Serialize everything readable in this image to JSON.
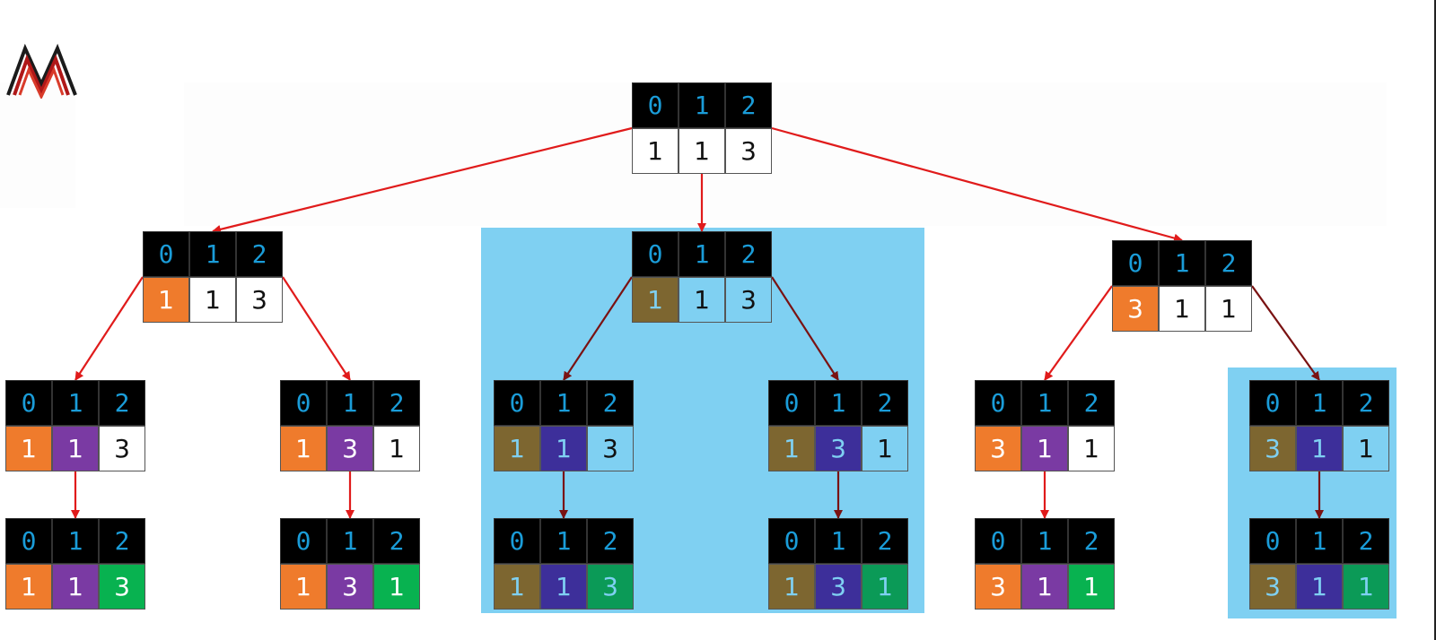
{
  "colors": {
    "index_bg": "#000000",
    "index_text": "#1a9cd8",
    "edge_red": "#e01b1b",
    "edge_dark": "#7a1212",
    "highlight": "#7fd0f2",
    "orange": "#ef7b2c",
    "purple": "#7a3aa3",
    "green": "#08b250",
    "white": "#ffffff",
    "olive": "#7d6630",
    "indigo": "#3d2f9a",
    "teal_green": "#0b9a57",
    "light_blue": "#7fd0f2",
    "cyan_text": "#7fd0f2",
    "black_text": "#111111",
    "white_text": "#ffffff"
  },
  "logo": {
    "icon": "stylized-m-logo"
  },
  "nodes": [
    {
      "id": "root",
      "indices": [
        "0",
        "1",
        "2"
      ],
      "values": [
        {
          "v": "1",
          "bg": "white",
          "fg": "black_text"
        },
        {
          "v": "1",
          "bg": "white",
          "fg": "black_text"
        },
        {
          "v": "3",
          "bg": "white",
          "fg": "black_text"
        }
      ]
    },
    {
      "id": "l1-left",
      "indices": [
        "0",
        "1",
        "2"
      ],
      "values": [
        {
          "v": "1",
          "bg": "orange",
          "fg": "white_text"
        },
        {
          "v": "1",
          "bg": "white",
          "fg": "black_text"
        },
        {
          "v": "3",
          "bg": "white",
          "fg": "black_text"
        }
      ]
    },
    {
      "id": "l1-mid",
      "indices": [
        "0",
        "1",
        "2"
      ],
      "values": [
        {
          "v": "1",
          "bg": "olive",
          "fg": "cyan_text"
        },
        {
          "v": "1",
          "bg": "light_blue",
          "fg": "black_text"
        },
        {
          "v": "3",
          "bg": "light_blue",
          "fg": "black_text"
        }
      ]
    },
    {
      "id": "l1-right",
      "indices": [
        "0",
        "1",
        "2"
      ],
      "values": [
        {
          "v": "3",
          "bg": "orange",
          "fg": "white_text"
        },
        {
          "v": "1",
          "bg": "white",
          "fg": "black_text"
        },
        {
          "v": "1",
          "bg": "white",
          "fg": "black_text"
        }
      ]
    },
    {
      "id": "l2-a",
      "indices": [
        "0",
        "1",
        "2"
      ],
      "values": [
        {
          "v": "1",
          "bg": "orange",
          "fg": "white_text"
        },
        {
          "v": "1",
          "bg": "purple",
          "fg": "white_text"
        },
        {
          "v": "3",
          "bg": "white",
          "fg": "black_text"
        }
      ]
    },
    {
      "id": "l2-b",
      "indices": [
        "0",
        "1",
        "2"
      ],
      "values": [
        {
          "v": "1",
          "bg": "orange",
          "fg": "white_text"
        },
        {
          "v": "3",
          "bg": "purple",
          "fg": "white_text"
        },
        {
          "v": "1",
          "bg": "white",
          "fg": "black_text"
        }
      ]
    },
    {
      "id": "l2-c",
      "indices": [
        "0",
        "1",
        "2"
      ],
      "values": [
        {
          "v": "1",
          "bg": "olive",
          "fg": "cyan_text"
        },
        {
          "v": "1",
          "bg": "indigo",
          "fg": "cyan_text"
        },
        {
          "v": "3",
          "bg": "light_blue",
          "fg": "black_text"
        }
      ]
    },
    {
      "id": "l2-d",
      "indices": [
        "0",
        "1",
        "2"
      ],
      "values": [
        {
          "v": "1",
          "bg": "olive",
          "fg": "cyan_text"
        },
        {
          "v": "3",
          "bg": "indigo",
          "fg": "cyan_text"
        },
        {
          "v": "1",
          "bg": "light_blue",
          "fg": "black_text"
        }
      ]
    },
    {
      "id": "l2-e",
      "indices": [
        "0",
        "1",
        "2"
      ],
      "values": [
        {
          "v": "3",
          "bg": "orange",
          "fg": "white_text"
        },
        {
          "v": "1",
          "bg": "purple",
          "fg": "white_text"
        },
        {
          "v": "1",
          "bg": "white",
          "fg": "black_text"
        }
      ]
    },
    {
      "id": "l2-f",
      "indices": [
        "0",
        "1",
        "2"
      ],
      "values": [
        {
          "v": "3",
          "bg": "olive",
          "fg": "cyan_text"
        },
        {
          "v": "1",
          "bg": "indigo",
          "fg": "cyan_text"
        },
        {
          "v": "1",
          "bg": "light_blue",
          "fg": "black_text"
        }
      ]
    },
    {
      "id": "l3-a",
      "indices": [
        "0",
        "1",
        "2"
      ],
      "values": [
        {
          "v": "1",
          "bg": "orange",
          "fg": "white_text"
        },
        {
          "v": "1",
          "bg": "purple",
          "fg": "white_text"
        },
        {
          "v": "3",
          "bg": "green",
          "fg": "white_text"
        }
      ]
    },
    {
      "id": "l3-b",
      "indices": [
        "0",
        "1",
        "2"
      ],
      "values": [
        {
          "v": "1",
          "bg": "orange",
          "fg": "white_text"
        },
        {
          "v": "3",
          "bg": "purple",
          "fg": "white_text"
        },
        {
          "v": "1",
          "bg": "green",
          "fg": "white_text"
        }
      ]
    },
    {
      "id": "l3-c",
      "indices": [
        "0",
        "1",
        "2"
      ],
      "values": [
        {
          "v": "1",
          "bg": "olive",
          "fg": "cyan_text"
        },
        {
          "v": "1",
          "bg": "indigo",
          "fg": "cyan_text"
        },
        {
          "v": "3",
          "bg": "teal_green",
          "fg": "cyan_text"
        }
      ]
    },
    {
      "id": "l3-d",
      "indices": [
        "0",
        "1",
        "2"
      ],
      "values": [
        {
          "v": "1",
          "bg": "olive",
          "fg": "cyan_text"
        },
        {
          "v": "3",
          "bg": "indigo",
          "fg": "cyan_text"
        },
        {
          "v": "1",
          "bg": "teal_green",
          "fg": "cyan_text"
        }
      ]
    },
    {
      "id": "l3-e",
      "indices": [
        "0",
        "1",
        "2"
      ],
      "values": [
        {
          "v": "3",
          "bg": "orange",
          "fg": "white_text"
        },
        {
          "v": "1",
          "bg": "purple",
          "fg": "white_text"
        },
        {
          "v": "1",
          "bg": "green",
          "fg": "white_text"
        }
      ]
    },
    {
      "id": "l3-f",
      "indices": [
        "0",
        "1",
        "2"
      ],
      "values": [
        {
          "v": "3",
          "bg": "olive",
          "fg": "cyan_text"
        },
        {
          "v": "1",
          "bg": "indigo",
          "fg": "cyan_text"
        },
        {
          "v": "1",
          "bg": "teal_green",
          "fg": "cyan_text"
        }
      ]
    }
  ],
  "edges": [
    {
      "from": "root",
      "to": "l1-left",
      "style": "edge_red"
    },
    {
      "from": "root",
      "to": "l1-mid",
      "style": "edge_red"
    },
    {
      "from": "root",
      "to": "l1-right",
      "style": "edge_red"
    },
    {
      "from": "l1-left",
      "to": "l2-a",
      "style": "edge_red"
    },
    {
      "from": "l1-left",
      "to": "l2-b",
      "style": "edge_red"
    },
    {
      "from": "l1-mid",
      "to": "l2-c",
      "style": "edge_dark"
    },
    {
      "from": "l1-mid",
      "to": "l2-d",
      "style": "edge_dark"
    },
    {
      "from": "l1-right",
      "to": "l2-e",
      "style": "edge_red"
    },
    {
      "from": "l1-right",
      "to": "l2-f",
      "style": "edge_dark"
    },
    {
      "from": "l2-a",
      "to": "l3-a",
      "style": "edge_red"
    },
    {
      "from": "l2-b",
      "to": "l3-b",
      "style": "edge_red"
    },
    {
      "from": "l2-c",
      "to": "l3-c",
      "style": "edge_dark"
    },
    {
      "from": "l2-d",
      "to": "l3-d",
      "style": "edge_dark"
    },
    {
      "from": "l2-e",
      "to": "l3-e",
      "style": "edge_red"
    },
    {
      "from": "l2-f",
      "to": "l3-f",
      "style": "edge_dark"
    }
  ]
}
